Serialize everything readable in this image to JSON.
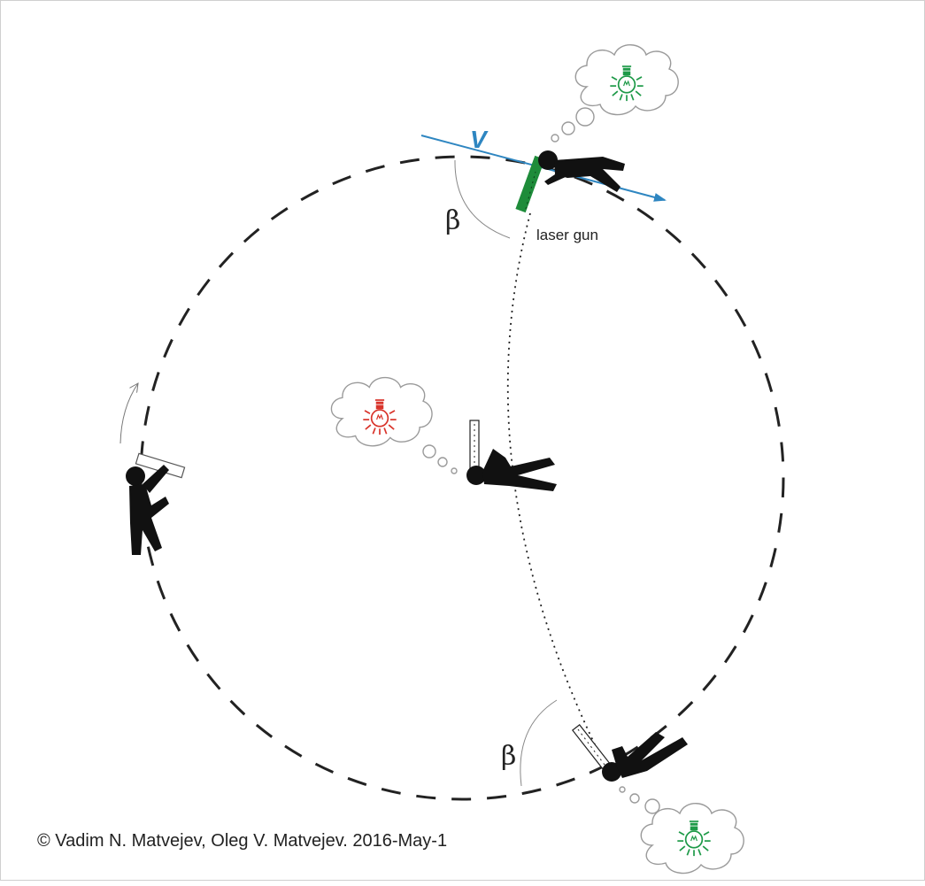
{
  "diagram": {
    "velocity_label": "V",
    "angle_label_top": "β",
    "angle_label_bottom": "β",
    "device_label": "laser gun",
    "copyright": "© Vadim N. Matvejev, Oleg V. Matvejev. 2016-May-1",
    "colors": {
      "outline": "#222222",
      "figure": "#111111",
      "velocity": "#2e86c1",
      "laser_gun": "#1e8c3a",
      "bulb_green": "#1e9a48",
      "bulb_red": "#d9342b",
      "cloud": "#9a9a9a"
    },
    "icons": [
      "lightbulb-icon",
      "thought-cloud-icon",
      "person-figure-icon",
      "rotation-arrow-icon"
    ]
  }
}
